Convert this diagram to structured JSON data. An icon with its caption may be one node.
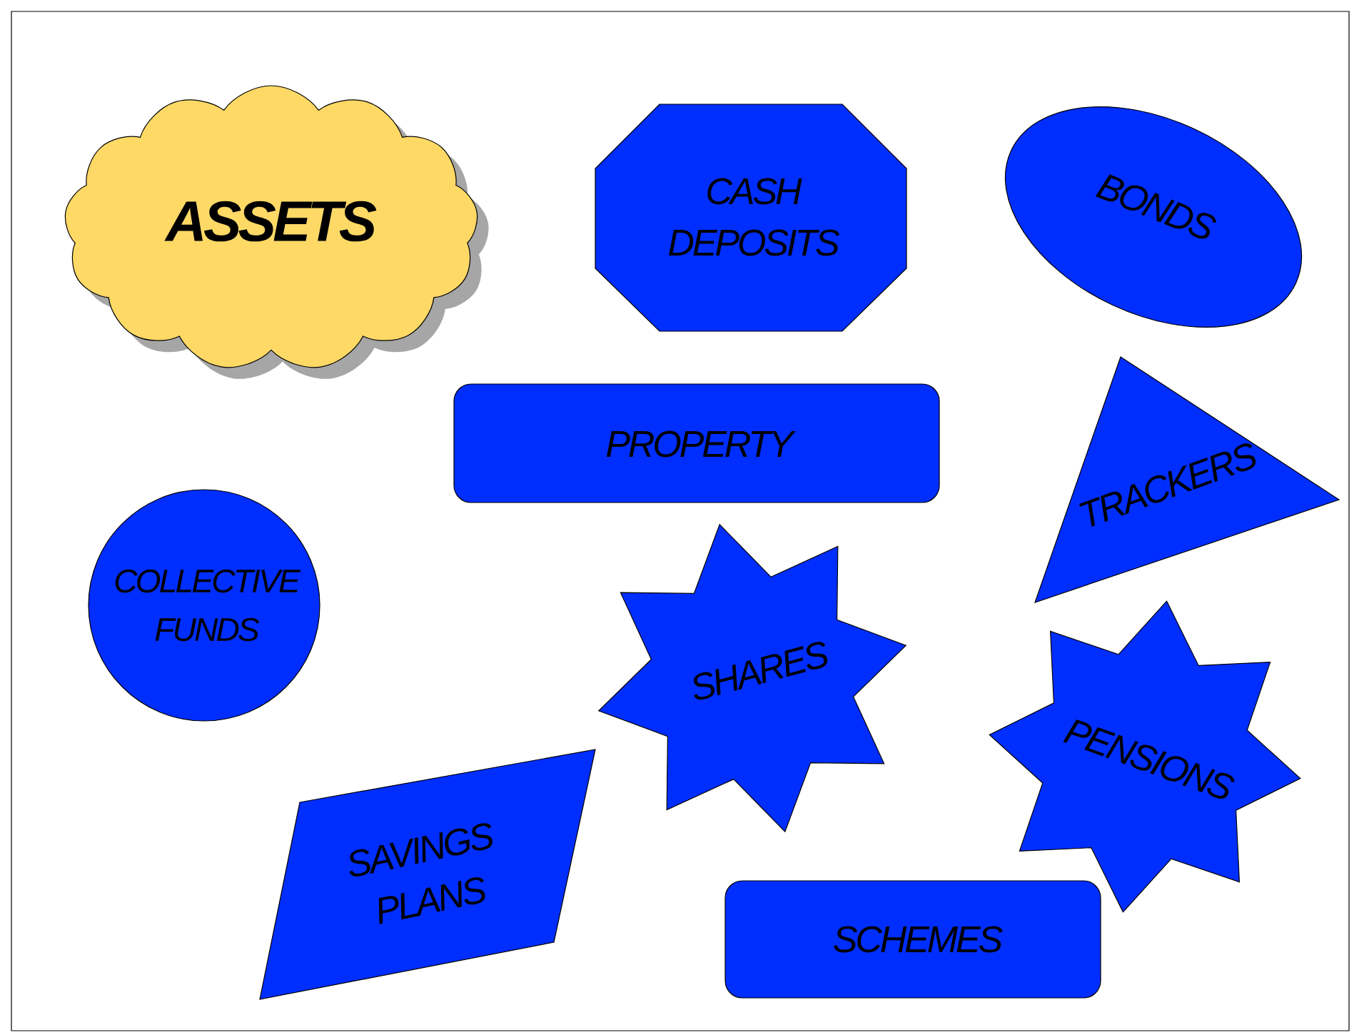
{
  "diagram": {
    "nodes": [
      {
        "text": [
          "ASSETS"
        ]
      },
      {
        "text": [
          "CASH DEPOSITS"
        ]
      },
      {
        "text": [
          "BONDS"
        ]
      },
      {
        "text": [
          "PROPERTY"
        ]
      },
      {
        "text": [
          "TRACKERS"
        ]
      },
      {
        "text": [
          "COLLECTIVE FUNDS"
        ]
      },
      {
        "text": [
          "SHARES"
        ]
      },
      {
        "text": [
          "PENSIONS"
        ]
      },
      {
        "text": [
          "SAVINGS PLANS"
        ]
      },
      {
        "text": [
          "SCHEMES"
        ]
      }
    ]
  }
}
